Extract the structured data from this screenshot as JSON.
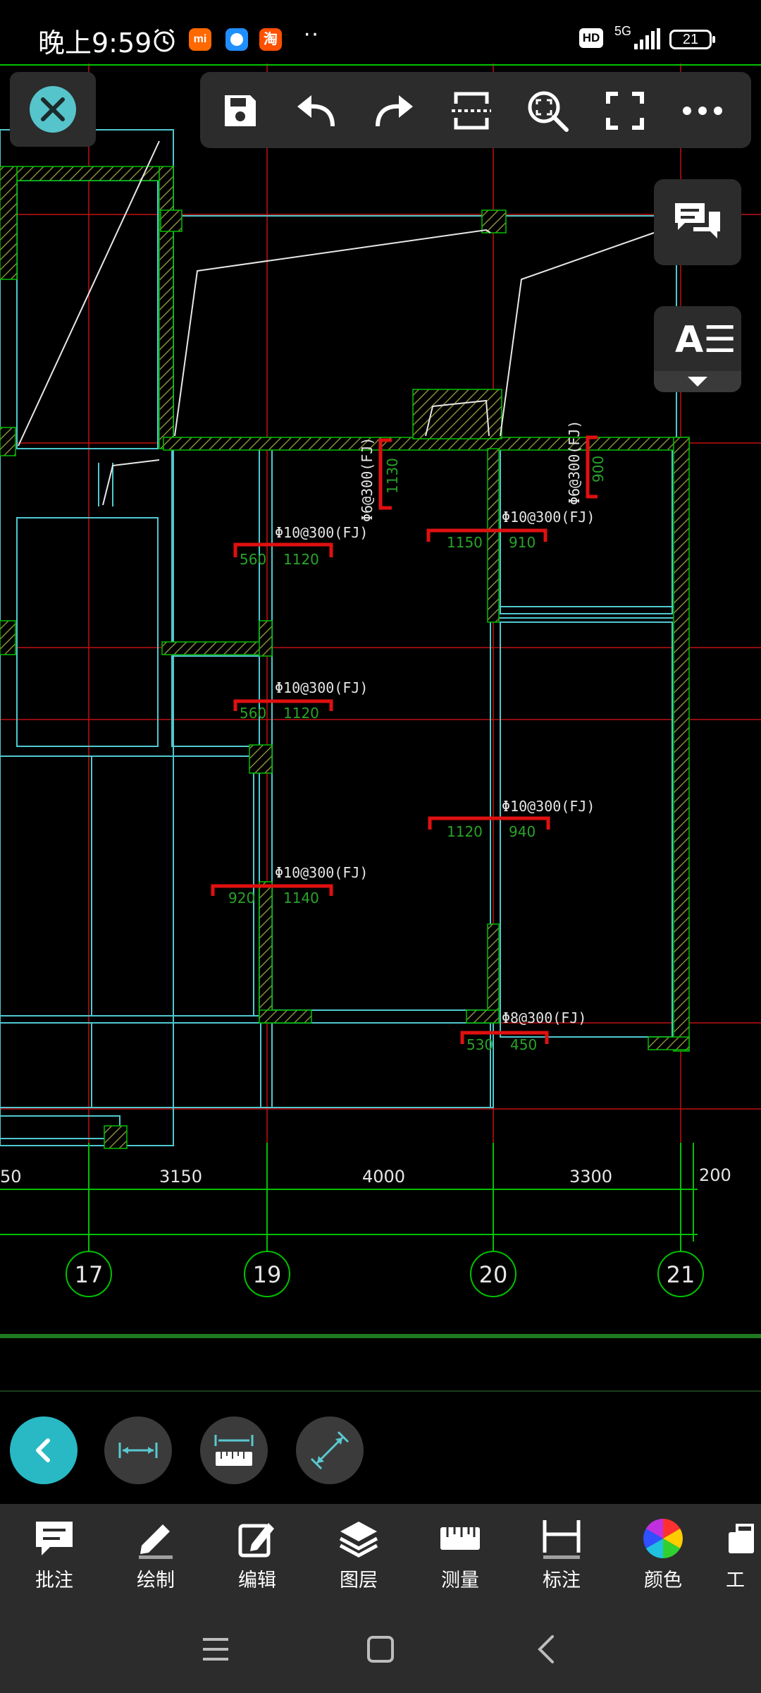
{
  "status": {
    "time": "晚上9:59",
    "apps": [
      "mi",
      "淘"
    ],
    "hd": "HD",
    "network": "5G",
    "battery": "21"
  },
  "drawing": {
    "rebar_labels": [
      "Φ10@300(FJ)",
      "Φ10@300(FJ)",
      "Φ10@300(FJ)",
      "Φ10@300(FJ)",
      "Φ10@300(FJ)",
      "Φ8@300(FJ)",
      "Φ6@300(FJ)",
      "Φ6@300(FJ)"
    ],
    "rebar_lengths": [
      "560",
      "1120",
      "1150",
      "910",
      "560",
      "1120",
      "1120",
      "940",
      "920",
      "1140",
      "530",
      "450",
      "1130",
      "900"
    ],
    "dimensions": [
      "50",
      "3150",
      "4000",
      "3300",
      "200"
    ],
    "axes": [
      "17",
      "19",
      "20",
      "21"
    ]
  },
  "toolbar": {
    "icons": [
      "save-icon",
      "undo-icon",
      "redo-icon",
      "section-icon",
      "zoom-fit-icon",
      "fullscreen-icon",
      "more-icon"
    ]
  },
  "side": {
    "text_style": "A☰"
  },
  "bottom_bar": {
    "items": [
      {
        "label": "批注"
      },
      {
        "label": "绘制"
      },
      {
        "label": "编辑"
      },
      {
        "label": "图层"
      },
      {
        "label": "测量"
      },
      {
        "label": "标注"
      },
      {
        "label": "颜色"
      },
      {
        "label": "工"
      }
    ]
  },
  "colors": {
    "accent": "#28b9c4",
    "cad_green": "#00d000",
    "cad_cyan": "#4fc8d0",
    "cad_red": "#e01010",
    "toolbar_bg": "#2c2c2c"
  }
}
